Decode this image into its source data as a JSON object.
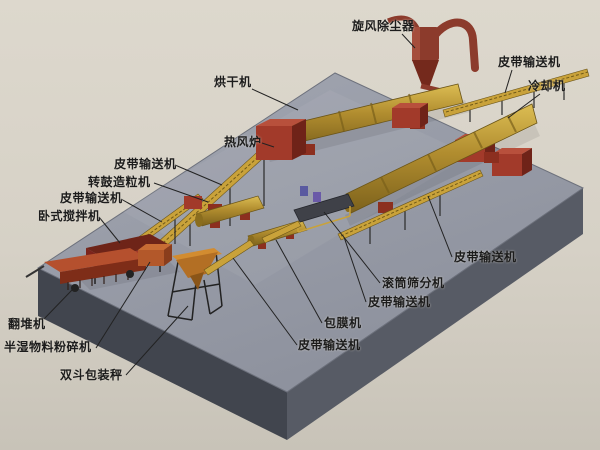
{
  "labels": [
    {
      "name": "cyclone-dust-collector",
      "text": "旋风除尘器"
    },
    {
      "name": "dryer",
      "text": "烘干机"
    },
    {
      "name": "belt-conveyor-top-right",
      "text": "皮带输送机"
    },
    {
      "name": "cooler",
      "text": "冷却机"
    },
    {
      "name": "hot-air-furnace",
      "text": "热风炉"
    },
    {
      "name": "belt-conveyor-upper-left",
      "text": "皮带输送机"
    },
    {
      "name": "rotary-drum-granulator",
      "text": "转鼓造粒机"
    },
    {
      "name": "belt-conveyor-left",
      "text": "皮带输送机"
    },
    {
      "name": "horizontal-mixer",
      "text": "卧式搅拌机"
    },
    {
      "name": "compost-turner",
      "text": "翻堆机"
    },
    {
      "name": "semi-wet-material-crusher",
      "text": "半湿物料粉碎机"
    },
    {
      "name": "double-hopper-packing-scale",
      "text": "双斗包装秤"
    },
    {
      "name": "belt-conveyor-bottom",
      "text": "皮带输送机"
    },
    {
      "name": "coating-machine",
      "text": "包膜机"
    },
    {
      "name": "belt-conveyor-middle",
      "text": "皮带输送机"
    },
    {
      "name": "drum-screener",
      "text": "滚筒筛分机"
    },
    {
      "name": "belt-conveyor-right",
      "text": "皮带输送机"
    }
  ],
  "palette": {
    "background": "#d6d1c6",
    "platform_top": "#979ba7",
    "platform_front_left": "#41454e",
    "platform_front_right": "#575b65",
    "equipment_yellow": "#c9a23a",
    "equipment_red": "#9c3a2a",
    "label_color": "#1c1c1c"
  }
}
